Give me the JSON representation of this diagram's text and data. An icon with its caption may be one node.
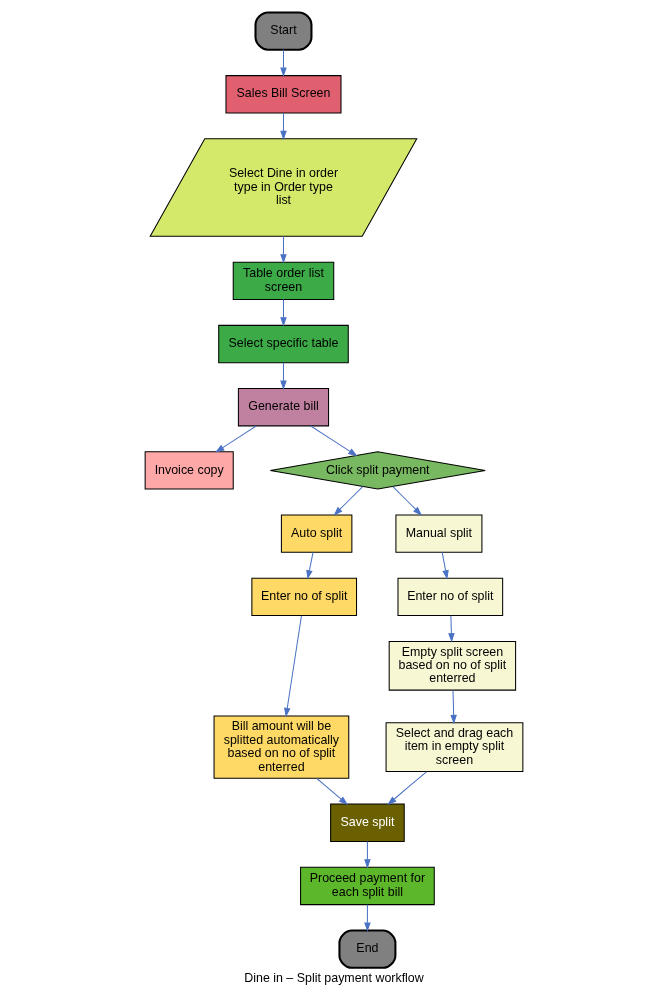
{
  "diagram": {
    "caption": "Dine in – Split payment workflow",
    "nodes": [
      {
        "text": [
          "Start"
        ]
      },
      {
        "text": [
          "Sales Bill Screen"
        ]
      },
      {
        "text": [
          "Select Dine in order type in Order type list"
        ]
      },
      {
        "text": [
          "Table order list screen"
        ]
      },
      {
        "text": [
          "Select specific table"
        ]
      },
      {
        "text": [
          "Generate bill"
        ]
      },
      {
        "text": [
          "Invoice copy"
        ]
      },
      {
        "text": [
          "Click split payment"
        ]
      },
      {
        "text": [
          "Auto split"
        ]
      },
      {
        "text": [
          "Enter no of split"
        ]
      },
      {
        "text": [
          "Bill amount will be splitted automatically based on no of split enterred"
        ]
      },
      {
        "text": [
          "Manual split"
        ]
      },
      {
        "text": [
          "Enter no of split"
        ]
      },
      {
        "text": [
          "Empty split screen based on no of split enterred"
        ]
      },
      {
        "text": [
          "Select and drag each item in empty split screen"
        ]
      },
      {
        "text": [
          "Save split"
        ]
      },
      {
        "text": [
          "Proceed payment for each split bill"
        ]
      },
      {
        "text": [
          "End"
        ]
      }
    ],
    "edges": [
      {
        "from": 0,
        "to": 1,
        "arrow": "to"
      },
      {
        "from": 1,
        "to": 2,
        "arrow": "to"
      },
      {
        "from": 2,
        "to": 3,
        "arrow": "to"
      },
      {
        "from": 3,
        "to": 4,
        "arrow": "to"
      },
      {
        "from": 4,
        "to": 5,
        "arrow": "to"
      },
      {
        "from": 5,
        "to": 6,
        "arrow": "to"
      },
      {
        "from": 5,
        "to": 7,
        "arrow": "to"
      },
      {
        "from": 7,
        "to": 8,
        "arrow": "to"
      },
      {
        "from": 7,
        "to": 11,
        "arrow": "to"
      },
      {
        "from": 8,
        "to": 9,
        "arrow": "to"
      },
      {
        "from": 9,
        "to": 10,
        "arrow": "to"
      },
      {
        "from": 10,
        "to": 15,
        "arrow": "to"
      },
      {
        "from": 11,
        "to": 12,
        "arrow": "to"
      },
      {
        "from": 12,
        "to": 13,
        "arrow": "to"
      },
      {
        "from": 13,
        "to": 14,
        "arrow": "to"
      },
      {
        "from": 14,
        "to": 15,
        "arrow": "to"
      },
      {
        "from": 15,
        "to": 16,
        "arrow": "to"
      },
      {
        "from": 16,
        "to": 17,
        "arrow": "to"
      }
    ]
  }
}
